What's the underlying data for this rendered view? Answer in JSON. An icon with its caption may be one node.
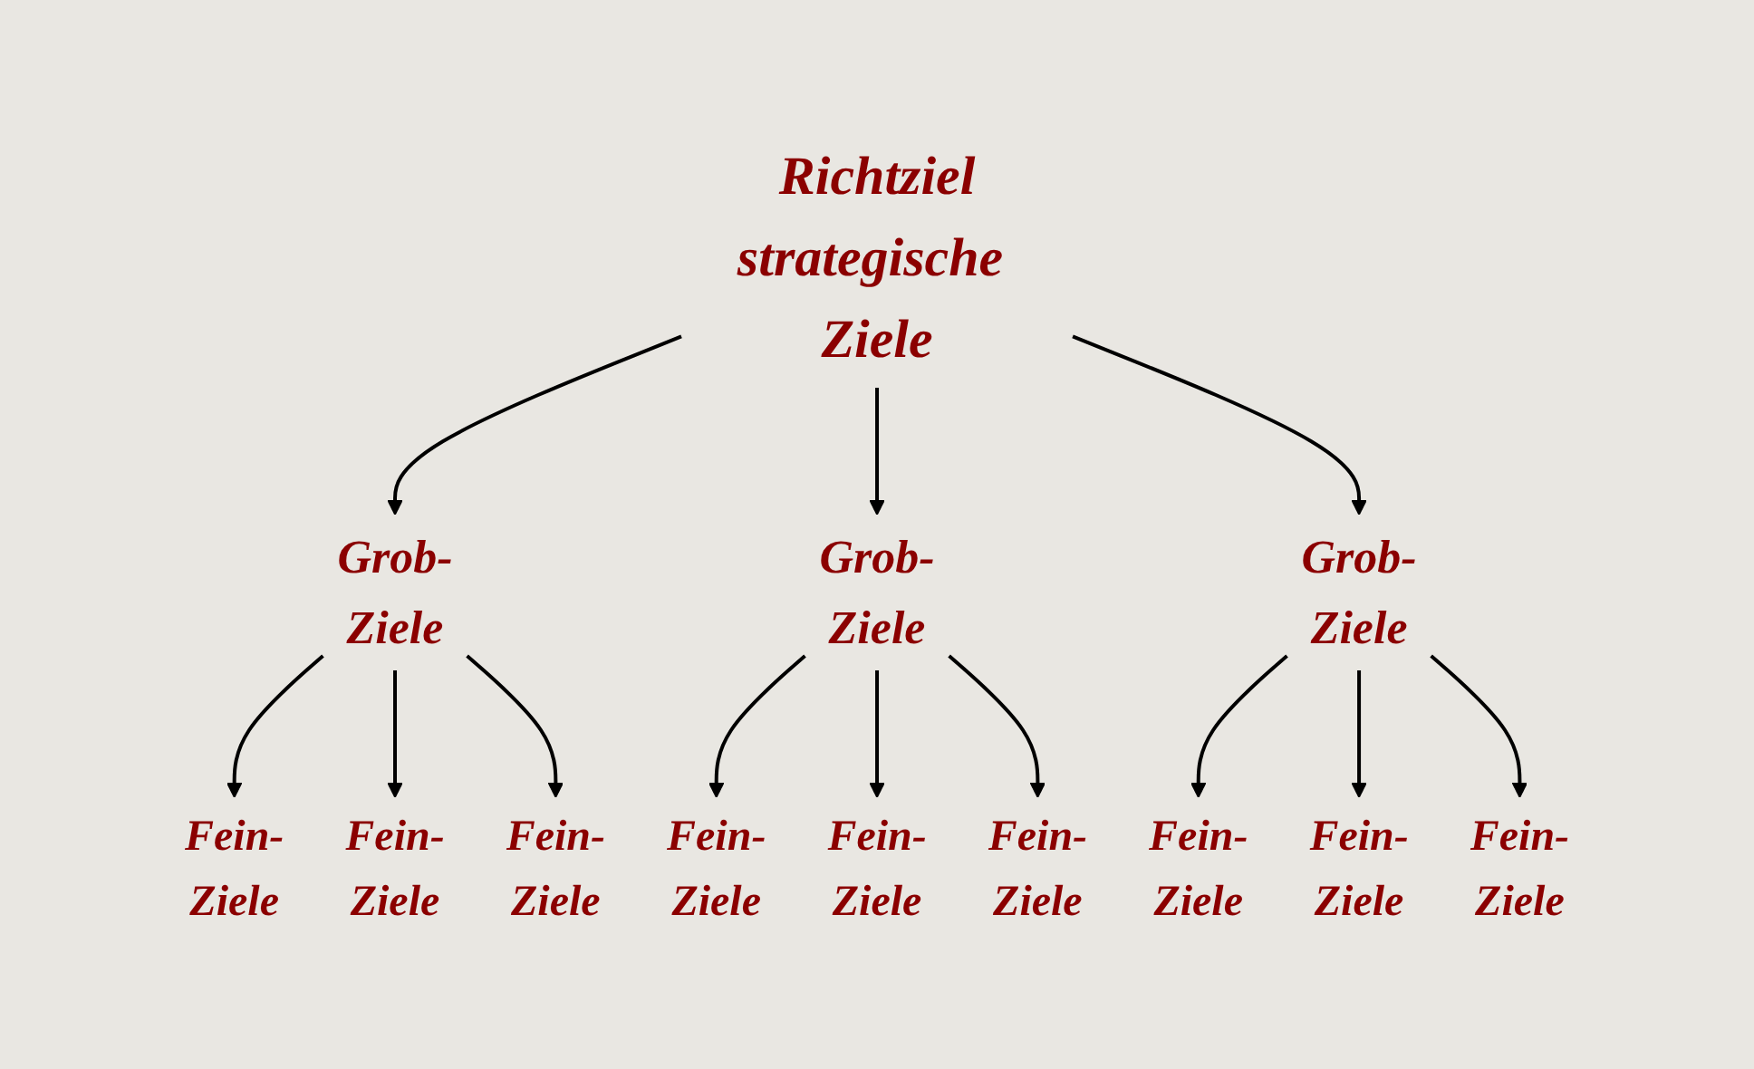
{
  "diagram": {
    "nodes": [
      {
        "text": [
          "Richtziel",
          "strategische Ziele"
        ]
      },
      {
        "text": [
          "Grob- Ziele"
        ]
      },
      {
        "text": [
          "Grob- Ziele"
        ]
      },
      {
        "text": [
          "Grob- Ziele"
        ]
      },
      {
        "text": [
          "Fein- Ziele"
        ]
      },
      {
        "text": [
          "Fein- Ziele"
        ]
      },
      {
        "text": [
          "Fein- Ziele"
        ]
      },
      {
        "text": [
          "Fein- Ziele"
        ]
      },
      {
        "text": [
          "Fein- Ziele"
        ]
      },
      {
        "text": [
          "Fein- Ziele"
        ]
      },
      {
        "text": [
          "Fein- Ziele"
        ]
      },
      {
        "text": [
          "Fein- Ziele"
        ]
      },
      {
        "text": [
          "Fein- Ziele"
        ]
      }
    ],
    "edges": [
      {
        "from": 0,
        "to": 1,
        "arrow": "to"
      },
      {
        "from": 0,
        "to": 2,
        "arrow": "to"
      },
      {
        "from": 0,
        "to": 3,
        "arrow": "to"
      },
      {
        "from": 1,
        "to": 4,
        "arrow": "to"
      },
      {
        "from": 1,
        "to": 5,
        "arrow": "to"
      },
      {
        "from": 1,
        "to": 6,
        "arrow": "to"
      },
      {
        "from": 2,
        "to": 7,
        "arrow": "to"
      },
      {
        "from": 2,
        "to": 8,
        "arrow": "to"
      },
      {
        "from": 2,
        "to": 9,
        "arrow": "to"
      },
      {
        "from": 3,
        "to": 10,
        "arrow": "to"
      },
      {
        "from": 3,
        "to": 11,
        "arrow": "to"
      },
      {
        "from": 3,
        "to": 12,
        "arrow": "to"
      }
    ]
  }
}
